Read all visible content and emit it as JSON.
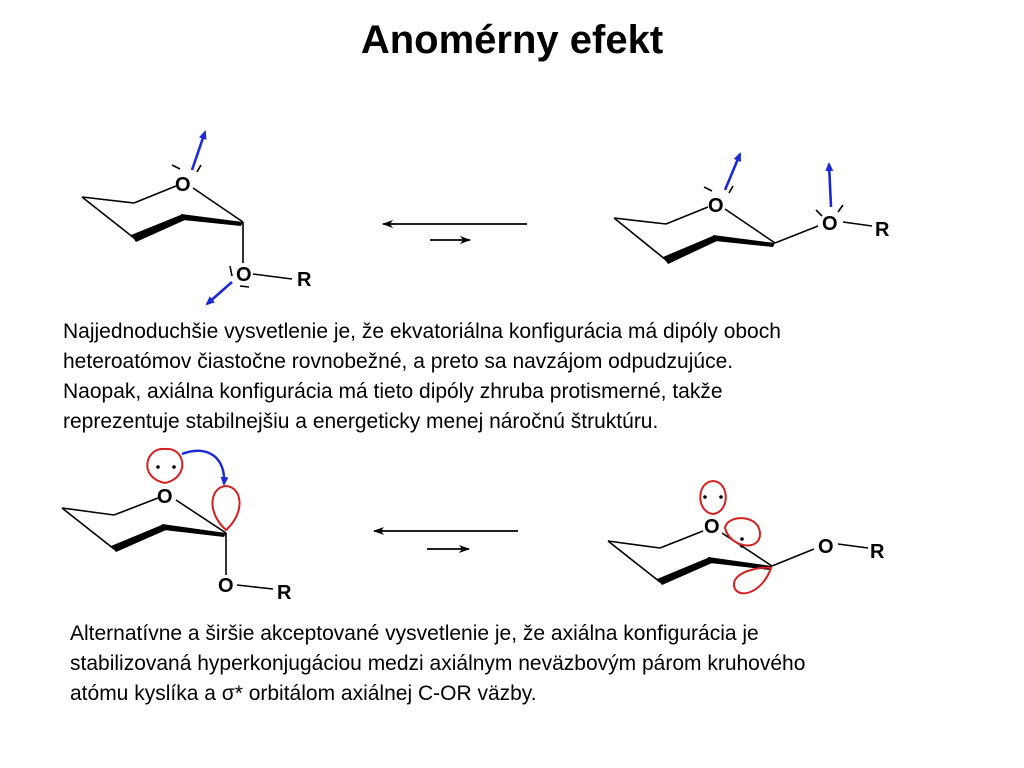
{
  "title": "Anomérny efekt",
  "paragraph1": [
    "Najjednoduchšie vysvetlenie je, že ekvatoriálna konfigurácia má dipóly oboch",
    "heteroatómov čiastočne rovnobežné, a preto sa navzájom odpudzujúce.",
    "Naopak, axiálna konfigurácia má tieto dipóly zhruba protismerné, takže",
    "reprezentuje stabilnejšiu a energeticky menej náročnú štruktúru."
  ],
  "paragraph2": [
    "Alternatívne a širšie akceptované vysvetlenie je, že axiálna konfigurácia je",
    "stabilizovaná  hyperkonjugáciou medzi axiálnym neväzbovým párom kruhového",
    "atómu kyslíka a σ* orbitálom axiálnej C-OR väzby."
  ],
  "atoms": {
    "o": "O",
    "r": "R"
  },
  "colors": {
    "dipole_arrow": "#1a2bd6",
    "orbital": "#d42020",
    "text": "#000000"
  }
}
